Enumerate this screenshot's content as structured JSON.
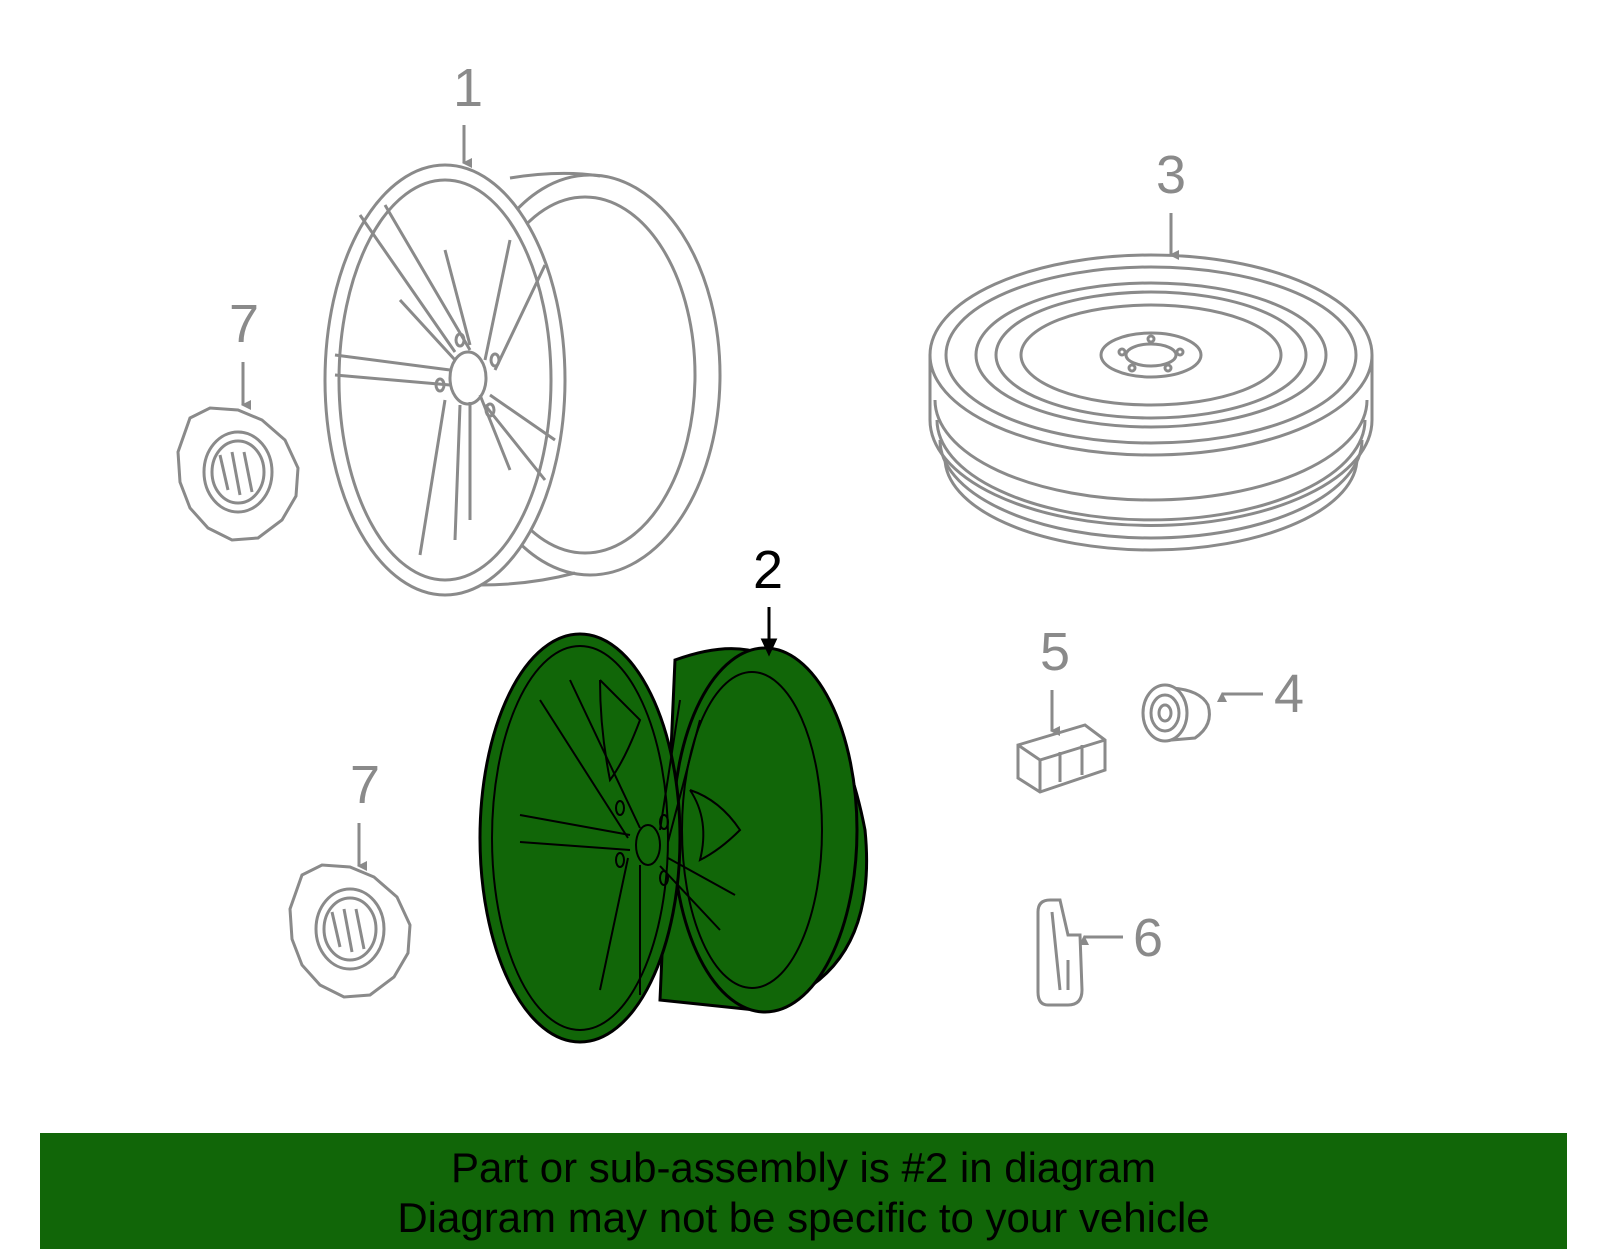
{
  "callouts": {
    "c1": "1",
    "c2": "2",
    "c3": "3",
    "c4": "4",
    "c5": "5",
    "c6": "6",
    "c7a": "7",
    "c7b": "7"
  },
  "banner": {
    "line1": "Part or sub-assembly is #2 in diagram",
    "line2": "Diagram may not be specific to your vehicle"
  },
  "colors": {
    "highlight": "#116608",
    "part_outline": "#8a8a8a",
    "background": "#ffffff"
  }
}
